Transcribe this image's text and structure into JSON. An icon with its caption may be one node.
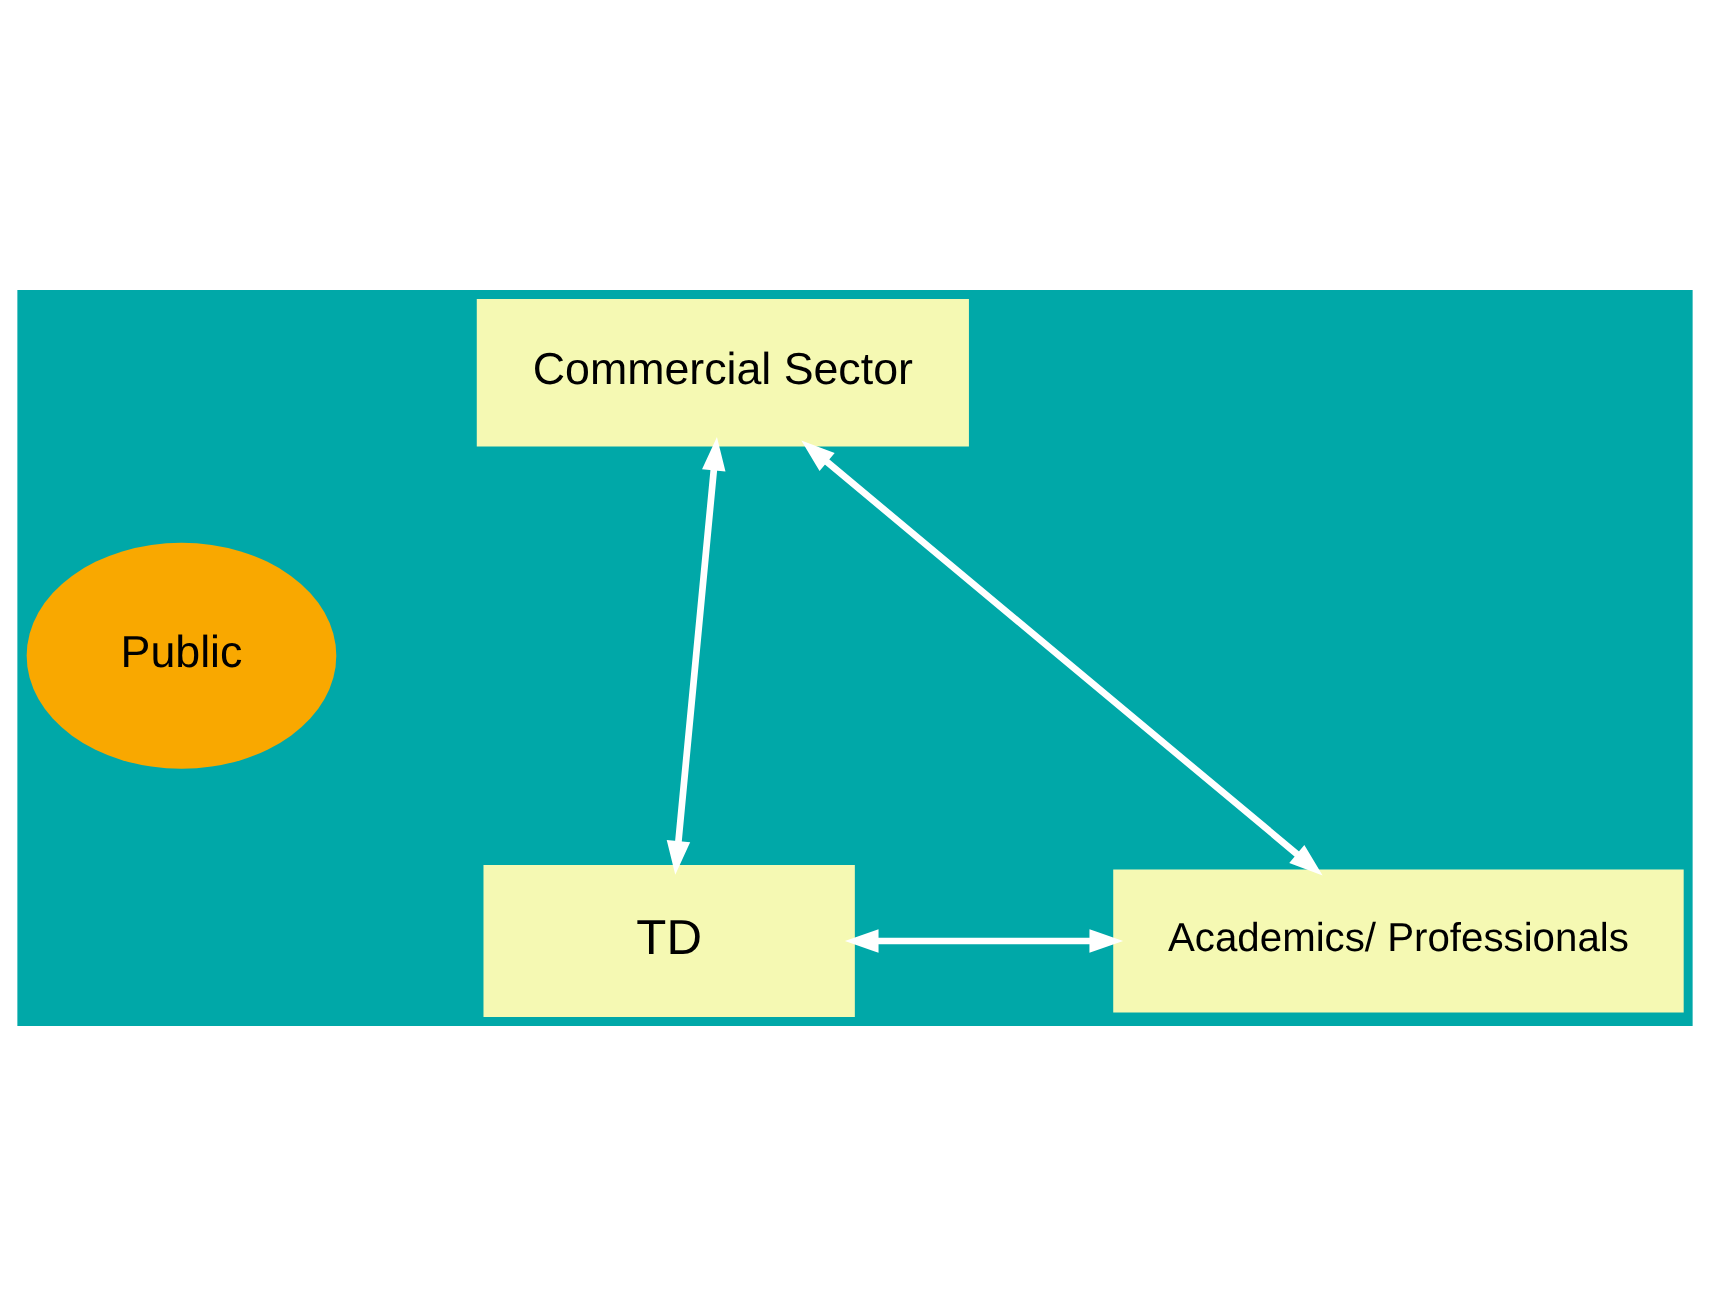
{
  "diagram": {
    "nodes": [
      {
        "text": [
          "Commercial Sector"
        ]
      },
      {
        "text": [
          "Public"
        ]
      },
      {
        "text": [
          "TD"
        ]
      },
      {
        "text": [
          "Academics/ Professionals"
        ]
      }
    ],
    "edges": [
      {
        "from": 0,
        "to": 2,
        "arrow": "both"
      },
      {
        "from": 0,
        "to": 3,
        "arrow": "both"
      },
      {
        "from": 2,
        "to": 3,
        "arrow": "both"
      }
    ]
  }
}
